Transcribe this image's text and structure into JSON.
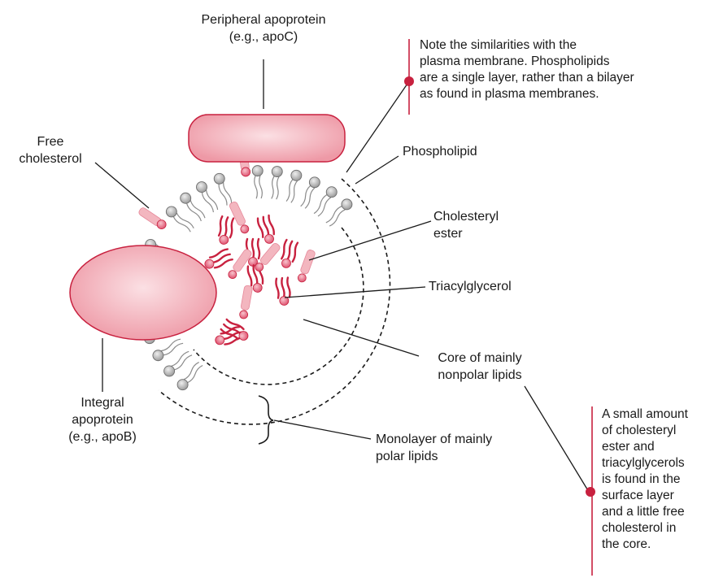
{
  "colors": {
    "accent": "#c8213f",
    "protein_fill": "#ee99a6",
    "protein_fill_light": "#fbe0e4",
    "headgroup_gray": "#b9b9b9",
    "cholesterol_fill": "#f3b6bf",
    "ester_fill": "#e35d79",
    "line": "#1a1a1a"
  },
  "labels": {
    "peripheral": [
      "Peripheral apoprotein",
      "(e.g., apoC)"
    ],
    "free_cholesterol": [
      "Free",
      "cholesterol"
    ],
    "phospholipid": "Phospholipid",
    "cholesteryl_ester": [
      "Cholesteryl",
      "ester"
    ],
    "triacylglycerol": "Triacylglycerol",
    "core": [
      "Core of mainly",
      "nonpolar lipids"
    ],
    "integral": [
      "Integral",
      "apoprotein",
      "(e.g., apoB)"
    ],
    "monolayer": [
      "Monolayer of mainly",
      "polar lipids"
    ]
  },
  "notes": {
    "top": [
      "Note the similarities with the",
      "plasma membrane.  Phospholipids",
      "are a single layer, rather than a bilayer",
      "as found in plasma membranes."
    ],
    "bottom": [
      "A small amount",
      "of cholesteryl",
      "ester and",
      "triacylglycerols",
      "is found in the",
      "surface layer",
      "and a little free",
      "cholesterol in",
      "the core."
    ]
  }
}
